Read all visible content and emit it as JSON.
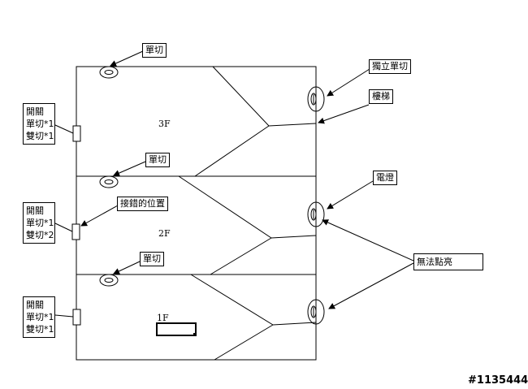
{
  "floors": {
    "f3": "3F",
    "f2": "2F",
    "f1": "1F"
  },
  "labels": {
    "single_cut_top": "單切",
    "single_cut_mid": "單切",
    "single_cut_low": "單切",
    "independent_single_cut": "獨立單切",
    "stairs": "樓梯",
    "wrong_position": "接錯的位置",
    "staircase_light": "電燈",
    "cannot_light": "無法點亮"
  },
  "switch_boxes": {
    "f3": [
      "開關",
      "單切*1",
      "雙切*1"
    ],
    "f2": [
      "開關",
      "單切*1",
      "雙切*2"
    ],
    "f1": [
      "開關",
      "單切*1",
      "雙切*1"
    ]
  },
  "watermark": "#1135444"
}
